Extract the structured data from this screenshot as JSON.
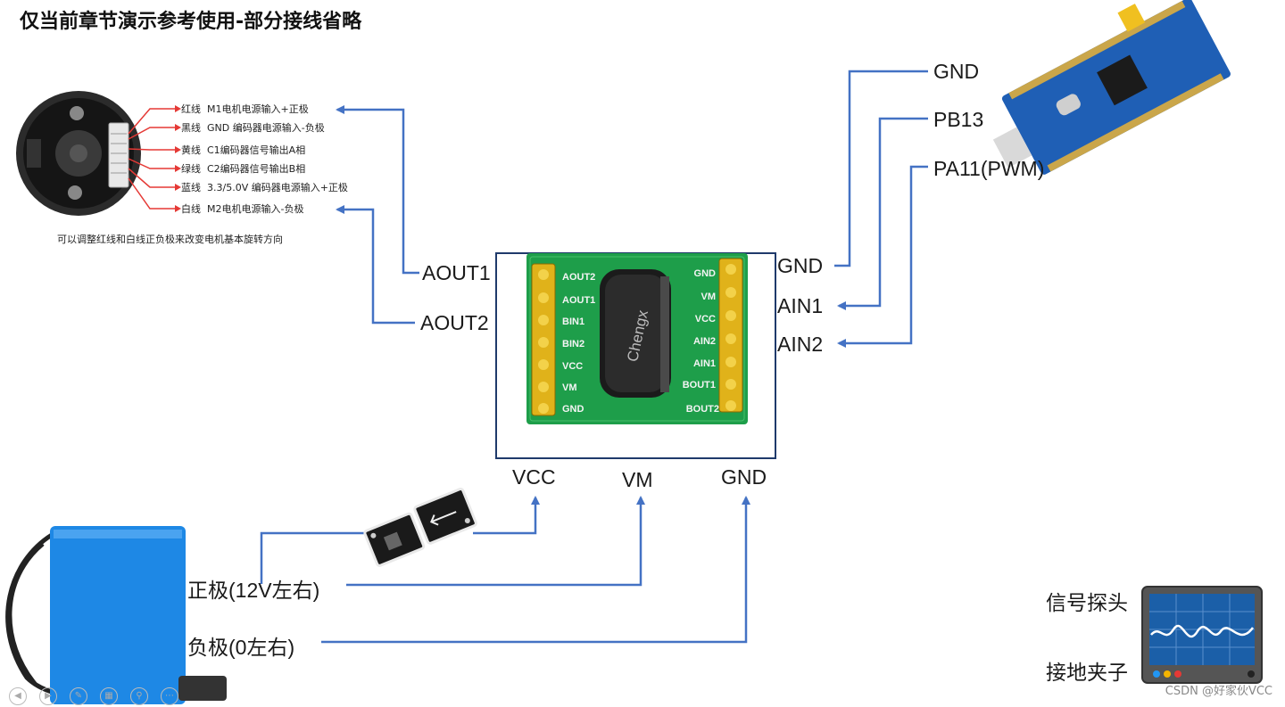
{
  "title": "仅当前章节演示参考使用-部分接线省略",
  "motor": {
    "wires": [
      {
        "color_name": "红线",
        "desc": "M1电机电源输入+正极",
        "hex": "#e53935"
      },
      {
        "color_name": "黑线",
        "desc": "GND 编码器电源输入-负极",
        "hex": "#e53935"
      },
      {
        "color_name": "黄线",
        "desc": "C1编码器信号输出A相",
        "hex": "#e53935"
      },
      {
        "color_name": "绿线",
        "desc": "C2编码器信号输出B相",
        "hex": "#e53935"
      },
      {
        "color_name": "蓝线",
        "desc": "3.3/5.0V 编码器电源输入+正极",
        "hex": "#e53935"
      },
      {
        "color_name": "白线",
        "desc": "M2电机电源输入-负极",
        "hex": "#e53935"
      }
    ],
    "note": "可以调整红线和白线正负极来改变电机基本旋转方向"
  },
  "driver": {
    "left_labels": [
      "AOUT1",
      "AOUT2"
    ],
    "right_labels": [
      "GND",
      "AIN1",
      "AIN2"
    ],
    "bottom_labels": [
      "VCC",
      "VM",
      "GND"
    ],
    "board_left_pins": [
      "AOUT2",
      "AOUT1",
      "BIN1",
      "BIN2",
      "VCC",
      "VM",
      "GND"
    ],
    "board_right_pins": [
      "GND",
      "VM",
      "VCC",
      "AIN2",
      "AIN1",
      "BOUT1",
      "BOUT2"
    ],
    "capacitor_text": "Chengx"
  },
  "mcu": {
    "labels": [
      "GND",
      "PB13",
      "PA11(PWM)"
    ]
  },
  "battery": {
    "positive": "正极(12V左右)",
    "negative": "负极(0左右)"
  },
  "scope": {
    "probe": "信号探头",
    "ground": "接地夹子"
  },
  "watermark": "CSDN @好家伙VCC",
  "colors": {
    "wire": "#4472c4",
    "pcb": "#1e9e4a",
    "mcu_board": "#1f5fb5",
    "battery": "#1e88e5",
    "motor_arrow": "#e53935"
  }
}
